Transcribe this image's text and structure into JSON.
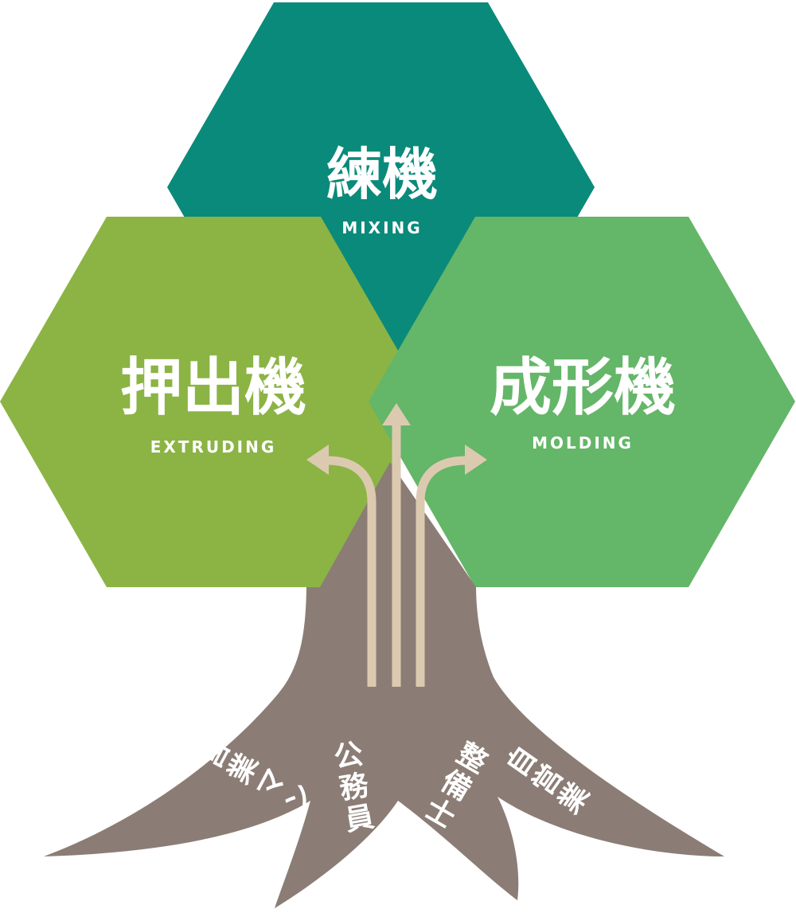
{
  "hexagons": {
    "mixing": {
      "title": "練機",
      "subtitle": "MIXING",
      "color": "#0a8a7a"
    },
    "extruding": {
      "title": "押出機",
      "subtitle": "EXTRUDING",
      "color": "#8bb444"
    },
    "molding": {
      "title": "成形機",
      "subtitle": "MOLDING",
      "color": "#64b668"
    }
  },
  "colors": {
    "trunk": "#8b7d75",
    "arrow": "#dccab0"
  },
  "roots": {
    "root1": {
      "label": "営業マン"
    },
    "root2": {
      "label": "公務員"
    },
    "root3": {
      "label": "整備士"
    },
    "root4": {
      "label": "自営業"
    }
  }
}
